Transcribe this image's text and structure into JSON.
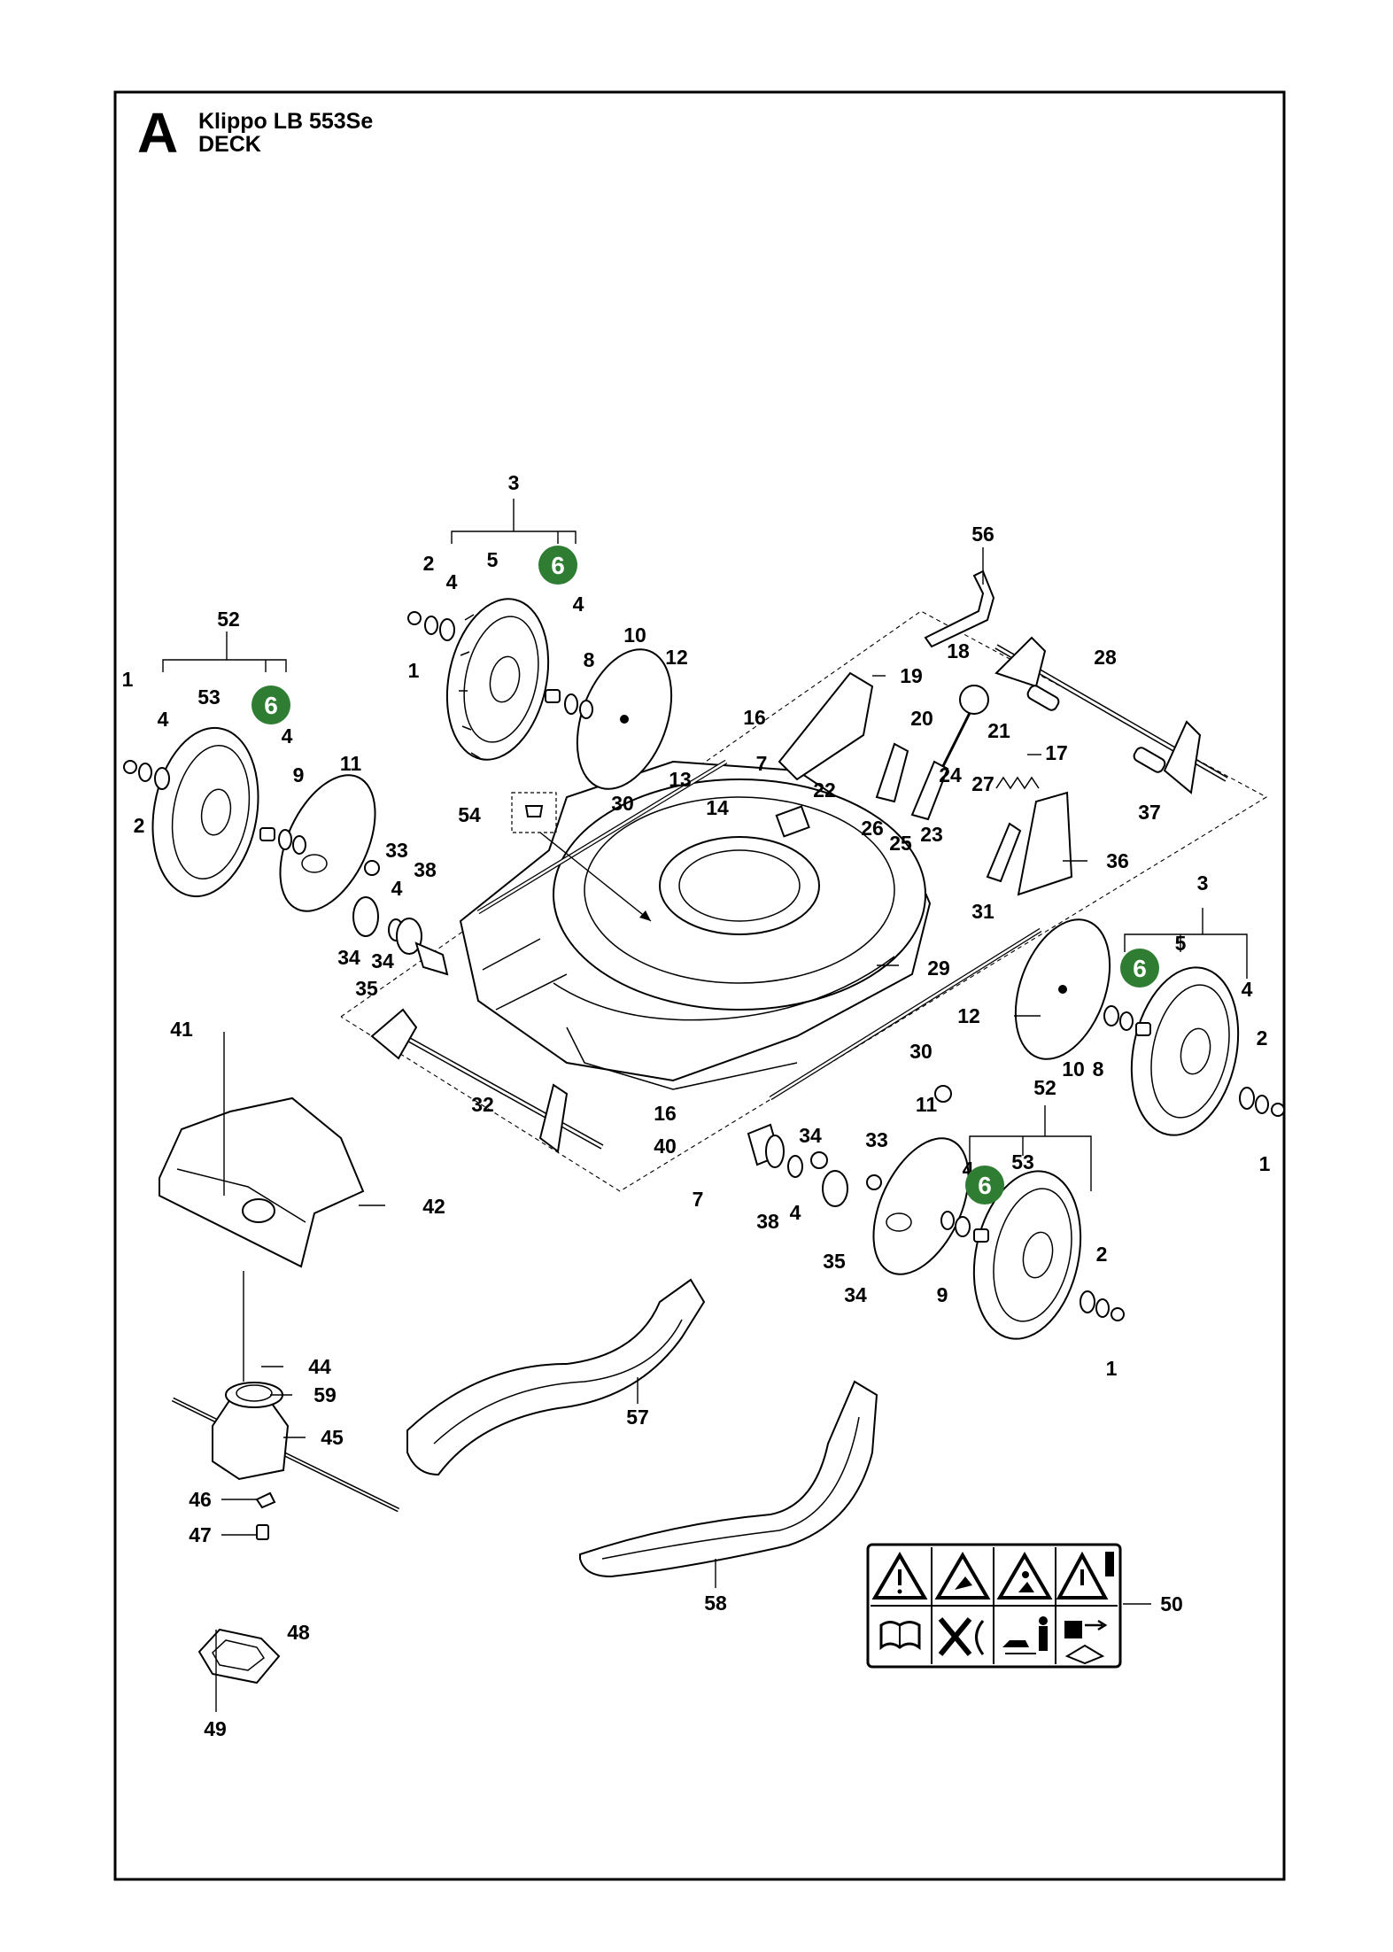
{
  "header": {
    "letter": "A",
    "model": "Klippo LB 553Se",
    "section": "DECK"
  },
  "labels": {
    "n1a": "1",
    "n1b": "1",
    "n1c": "1",
    "n1d": "1",
    "n2a": "2",
    "n2b": "2",
    "n2c": "2",
    "n2d": "2",
    "n3a": "3",
    "n3b": "3",
    "n4a": "4",
    "n4b": "4",
    "n4c": "4",
    "n4d": "4",
    "n4e": "4",
    "n4f": "4",
    "n4g": "4",
    "n4h": "4",
    "n5a": "5",
    "n5b": "5",
    "n7a": "7",
    "n7b": "7",
    "n8a": "8",
    "n8b": "8",
    "n9a": "9",
    "n9b": "9",
    "n10a": "10",
    "n10b": "10",
    "n11a": "11",
    "n11b": "11",
    "n12a": "12",
    "n12b": "12",
    "n13": "13",
    "n14": "14",
    "n16a": "16",
    "n16b": "16",
    "n17": "17",
    "n18": "18",
    "n19": "19",
    "n20": "20",
    "n21": "21",
    "n22": "22",
    "n23": "23",
    "n24": "24",
    "n25": "25",
    "n26": "26",
    "n27": "27",
    "n28": "28",
    "n29": "29",
    "n30a": "30",
    "n30b": "30",
    "n31": "31",
    "n32": "32",
    "n33a": "33",
    "n33b": "33",
    "n34a": "34",
    "n34b": "34",
    "n34c": "34",
    "n34d": "34",
    "n35a": "35",
    "n35b": "35",
    "n36": "36",
    "n37": "37",
    "n38a": "38",
    "n38b": "38",
    "n40": "40",
    "n41": "41",
    "n42": "42",
    "n44": "44",
    "n45": "45",
    "n46": "46",
    "n47": "47",
    "n48": "48",
    "n49": "49",
    "n50": "50",
    "n52a": "52",
    "n52b": "52",
    "n53a": "53",
    "n53b": "53",
    "n54": "54",
    "n56": "56",
    "n57": "57",
    "n58": "58",
    "n59": "59"
  },
  "badges": {
    "b1": "6",
    "b2": "6",
    "b3": "6",
    "b4": "6"
  },
  "colors": {
    "badge": "#2e7d32",
    "ink": "#000000",
    "paper": "#ffffff"
  },
  "warning_decal": {
    "top_row_icons": [
      "warning-triangle-icon",
      "hand-cut-warning-icon",
      "thrown-object-warning-icon",
      "warning-text-icon"
    ],
    "bottom_row_icons": [
      "manual-book-icon",
      "no-hands-icon",
      "keep-distance-icon",
      "disconnect-plug-icon"
    ]
  }
}
